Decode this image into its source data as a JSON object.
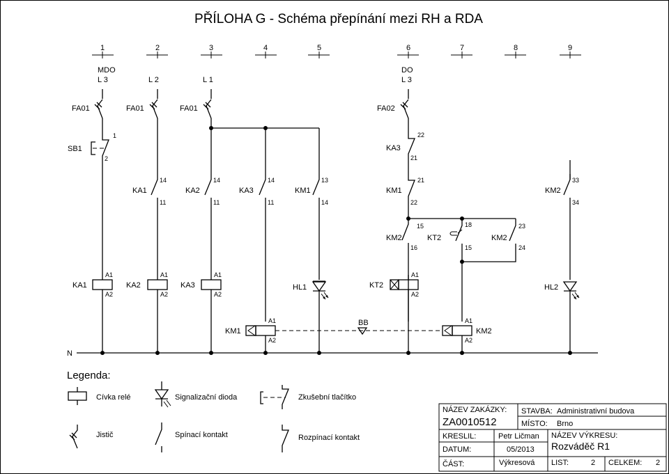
{
  "title": "PŘÍLOHA G - Schéma přepínání mezi RH a RDA",
  "columns": [
    "1",
    "2",
    "3",
    "4",
    "5",
    "6",
    "7",
    "8",
    "9"
  ],
  "supplies": {
    "mdo": "MDO",
    "l3a": "L 3",
    "l2": "L 2",
    "l1": "L 1",
    "do": "DO",
    "l3b": "L 3"
  },
  "breakers": {
    "fa01a": "FA01",
    "fa01b": "FA01",
    "fa01c": "FA01",
    "fa02": "FA02"
  },
  "sb1": {
    "label": "SB1",
    "t1": "1",
    "t2": "2"
  },
  "ka3_nc": {
    "label": "KA3",
    "t1": "22",
    "t2": "21"
  },
  "row1": {
    "ka1": {
      "label": "KA1",
      "top": "14",
      "bot": "11"
    },
    "ka2": {
      "label": "KA2",
      "top": "14",
      "bot": "11"
    },
    "ka3": {
      "label": "KA3",
      "top": "14",
      "bot": "11"
    },
    "km1": {
      "label": "KM1",
      "top": "13",
      "bot": "14"
    },
    "km1nc": {
      "label": "KM1",
      "top": "21",
      "bot": "22"
    },
    "km2": {
      "label": "KM2",
      "top": "33",
      "bot": "34"
    }
  },
  "row2": {
    "km2a": {
      "label": "KM2",
      "top": "15",
      "bot": "16"
    },
    "kt2": {
      "label": "KT2",
      "top": "18",
      "bot": "15"
    },
    "km2b": {
      "label": "KM2",
      "top": "23",
      "bot": "24"
    }
  },
  "coils": {
    "ka1": {
      "label": "KA1",
      "a1": "A1",
      "a2": "A2"
    },
    "ka2": {
      "label": "KA2",
      "a1": "A1",
      "a2": "A2"
    },
    "ka3": {
      "label": "KA3",
      "a1": "A1",
      "a2": "A2"
    },
    "hl1": {
      "label": "HL1"
    },
    "kt2": {
      "label": "KT2",
      "a1": "A1",
      "a2": "A2"
    },
    "hl2": {
      "label": "HL2"
    },
    "km1": {
      "label": "KM1",
      "a1": "A1",
      "a2": "A2"
    },
    "km2": {
      "label": "KM2",
      "a1": "A1",
      "a2": "A2"
    },
    "bb": "BB"
  },
  "neutral": "N",
  "legend": {
    "heading": "Legenda:",
    "coil": "Cívka relé",
    "diode": "Signalizační dioda",
    "test": "Zkušební tlačítko",
    "breaker": "Jistič",
    "no": "Spínací kontakt",
    "nc": "Rozpínací kontakt"
  },
  "titleblock": {
    "zakazka_label": "NÁZEV ZAKÁZKY:",
    "zakazka": "ZA0010512",
    "stavba_label": "STAVBA:",
    "stavba": "Administrativní budova",
    "misto_label": "MÍSTO:",
    "misto": "Brno",
    "kreslil_label": "KRESLIL:",
    "kreslil": "Petr Ličman",
    "vykres_label": "NÁZEV VÝKRESU:",
    "vykres": "Rozváděč R1",
    "datum_label": "DATUM:",
    "datum": "05/2013",
    "cast_label": "ČÁST:",
    "cast": "Výkresová",
    "list_label": "LIST:",
    "list": "2",
    "celkem_label": "CELKEM:",
    "celkem": "2"
  }
}
